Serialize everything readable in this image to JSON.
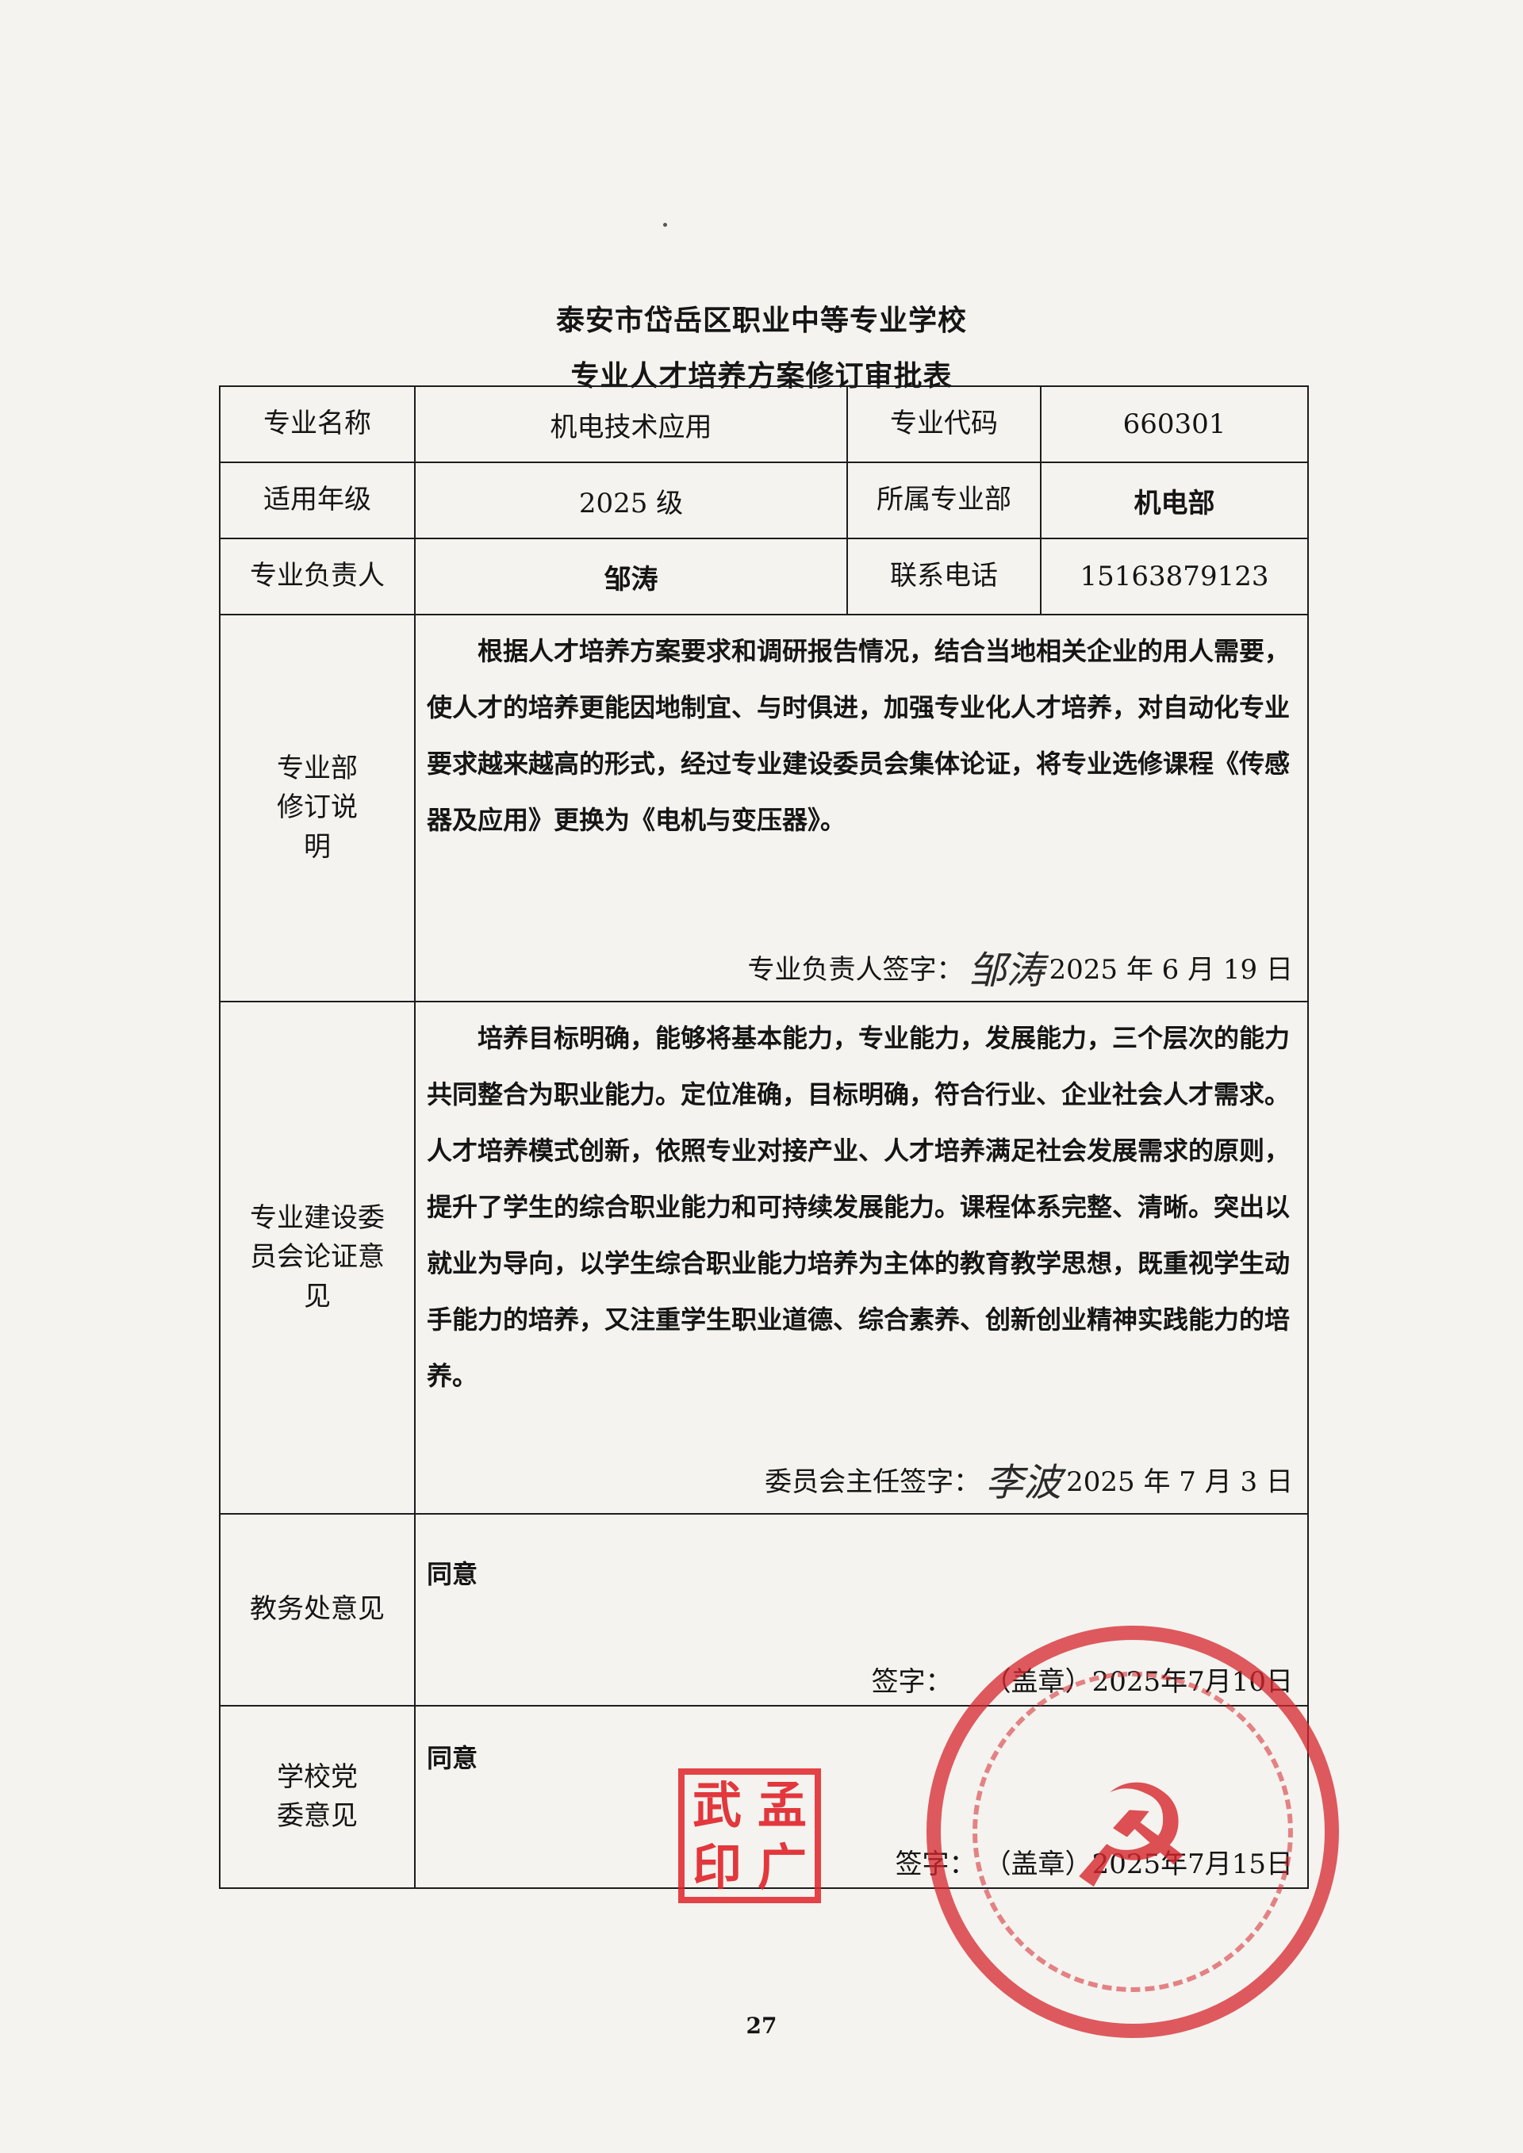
{
  "header": {
    "school": "泰安市岱岳区职业中等专业学校",
    "form_title": "专业人才培养方案修订审批表"
  },
  "table": {
    "major_name_label": "专业名称",
    "major_name": "机电技术应用",
    "major_code_label": "专业代码",
    "major_code": "660301",
    "grade_label": "适用年级",
    "grade": "2025 级",
    "dept_label": "所属专业部",
    "dept": "机电部",
    "leader_label": "专业负责人",
    "leader": "邹涛",
    "phone_label": "联系电话",
    "phone": "15163879123"
  },
  "revision": {
    "label": "专业部修订说明",
    "text": "根据人才培养方案要求和调研报告情况，结合当地相关企业的用人需要，使人才的培养更能因地制宜、与时俱进，加强专业化人才培养，对自动化专业要求越来越高的形式，经过专业建设委员会集体论证，将专业选修课程《传感器及应用》更换为《电机与变压器》。",
    "sign_label": "专业负责人签字：",
    "signature": "邹涛",
    "date": "2025 年 6 月 19 日"
  },
  "committee": {
    "label": "专业建设委员会论证意见",
    "text": "培养目标明确，能够将基本能力，专业能力，发展能力，三个层次的能力共同整合为职业能力。定位准确，目标明确，符合行业、企业社会人才需求。人才培养模式创新，依照专业对接产业、人才培养满足社会发展需求的原则，提升了学生的综合职业能力和可持续发展能力。课程体系完整、清晰。突出以就业为导向，以学生综合职业能力培养为主体的教育教学思想，既重视学生动手能力的培养，又注重学生职业道德、综合素养、创新创业精神实践能力的培养。",
    "sign_label": "委员会主任签字：",
    "signature": "李波",
    "date": "2025 年 7 月 3 日"
  },
  "academic": {
    "label": "教务处意见",
    "opinion": "同意",
    "sign_label": "签字：",
    "seal_label": "（盖章）",
    "date": "2025年7月10日"
  },
  "party": {
    "label": "学校党委意见",
    "opinion": "同意",
    "sign_label": "签字：",
    "seal_label": "（盖章）",
    "date": "2025年7月15日"
  },
  "name_seal": [
    "武",
    "孟",
    "印",
    "广"
  ],
  "page_number": "27",
  "colors": {
    "seal_red": "#d6262c",
    "ink": "#151515",
    "paper": "#f4f3ef"
  }
}
